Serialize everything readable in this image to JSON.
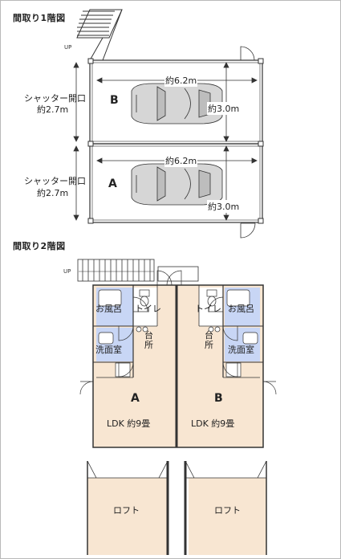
{
  "floor1": {
    "title": "間取り1階図",
    "up_label": "UP",
    "bays": [
      {
        "letter": "B",
        "shutter_label": "シャッター開口",
        "shutter_size": "約2.7m",
        "length": "約6.2m",
        "width": "約3.0m"
      },
      {
        "letter": "A",
        "shutter_label": "シャッター開口",
        "shutter_size": "約2.7m",
        "length": "約6.2m",
        "width": "約3.0m"
      }
    ]
  },
  "floor2": {
    "title": "間取り2階図",
    "up_label": "UP",
    "units": [
      {
        "letter": "A",
        "bath": "お風呂",
        "toilet": "トイレ",
        "kitchen_1": "台",
        "kitchen_2": "所",
        "washroom": "洗面室",
        "ldk": "LDK 約9畳"
      },
      {
        "letter": "B",
        "bath": "お風呂",
        "toilet": "トイレ",
        "kitchen_1": "台",
        "kitchen_2": "所",
        "washroom": "洗面室",
        "ldk": "LDK 約9畳"
      }
    ]
  },
  "loft": {
    "labels": [
      "ロフト",
      "ロフト"
    ]
  },
  "colors": {
    "floor_fill": "#f8e6d2",
    "bath_fill": "#c8d6f5",
    "wall": "#333333",
    "car": "#d6d6d6"
  }
}
